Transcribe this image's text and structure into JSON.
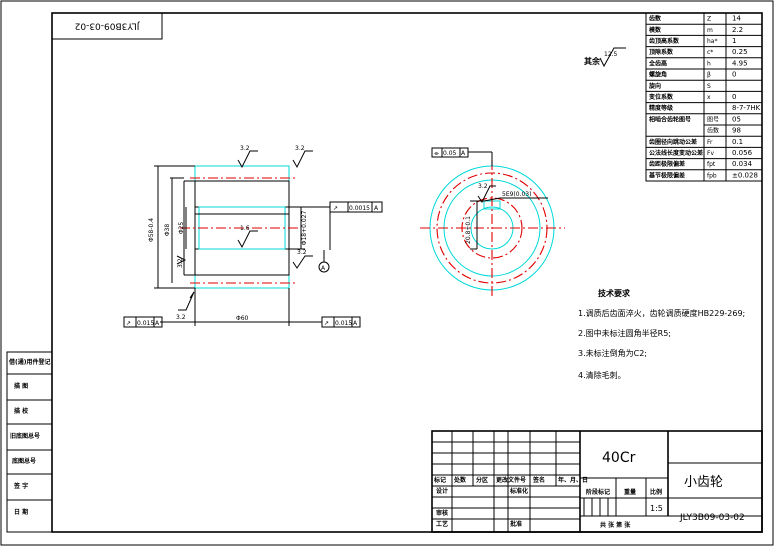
{
  "drawing_number_rotated": "JLY3B09-03-02",
  "roughness_note": "其余",
  "roughness_values": {
    "general": "12.5",
    "face_top": "3.2",
    "face_right": "3.2",
    "bore": "1.6",
    "bottom_left": "3.2",
    "bottom_right": "3.2",
    "left_face": "3.2",
    "side_view": "3.2"
  },
  "side_view": {
    "outer_dia": "Φ58-0.4",
    "root_dia": "Φ38",
    "inner_dia": "Φ25",
    "bore_dia": "Φ18+0.027",
    "length": "Φ60",
    "runout_tol": "0.0015",
    "runout_tol_left": "0.015",
    "runout_tol_right": "0.015",
    "datum": "A"
  },
  "end_view": {
    "keyway_label": "5E9(0.03)",
    "key_depth": "20.8+0.1",
    "circle_tol": "0.05",
    "datum": "A"
  },
  "gear_params": {
    "rows": [
      {
        "name": "齿数",
        "sym": "Z",
        "val": "14"
      },
      {
        "name": "模数",
        "sym": "m",
        "val": "2.2"
      },
      {
        "name": "齿顶高系数",
        "sym": "ha*",
        "val": "1"
      },
      {
        "name": "顶隙系数",
        "sym": "c*",
        "val": "0.25"
      },
      {
        "name": "全齿高",
        "sym": "h",
        "val": "4.95"
      },
      {
        "name": "螺旋角",
        "sym": "β",
        "val": "0"
      },
      {
        "name": "旋向",
        "sym": "S",
        "val": ""
      },
      {
        "name": "变位系数",
        "sym": "x",
        "val": "0"
      },
      {
        "name": "精度等级",
        "sym": "",
        "val": "8-7-7HK"
      },
      {
        "name": "相啮合齿轮图号",
        "sym": "图号",
        "val": "05"
      },
      {
        "name": "",
        "sym": "齿数",
        "val": "98"
      },
      {
        "name": "齿圈径向跳动公差",
        "sym": "Fr",
        "val": "0.1"
      },
      {
        "name": "公法线长度变动公差",
        "sym": "Fv",
        "val": "0.056"
      },
      {
        "name": "齿距极限偏差",
        "sym": "fpt",
        "val": "0.034"
      },
      {
        "name": "基节极限偏差",
        "sym": "fpb",
        "val": "±0.028"
      }
    ]
  },
  "tech_req": {
    "title": "技术要求",
    "items": [
      "1.调质后齿面淬火，齿轮调质硬度HB229-269;",
      "2.图中未标注圆角半径R5;",
      "3.未标注倒角为C2;",
      "4.清除毛刺。"
    ]
  },
  "left_block": [
    "借(通)用件登记",
    "描 图",
    "描 校",
    "旧底图总号",
    "底图总号",
    "签 字",
    "日 期"
  ],
  "title_block": {
    "material": "40Cr",
    "part_name": "小齿轮",
    "drawing_no": "JLY3B09-03-02",
    "scale": "1:5",
    "labels": {
      "mark": "标记",
      "count": "处数",
      "zone": "分区",
      "change_doc": "更改文件号",
      "sign": "签名",
      "date": "年、月、日",
      "design": "设计",
      "standardize": "标准化",
      "stage_mark": "阶段标记",
      "weight": "重量",
      "scale_label": "比例",
      "review": "审核",
      "process": "工艺",
      "approve": "批准",
      "sheet_info": "共 张 第 张"
    }
  }
}
